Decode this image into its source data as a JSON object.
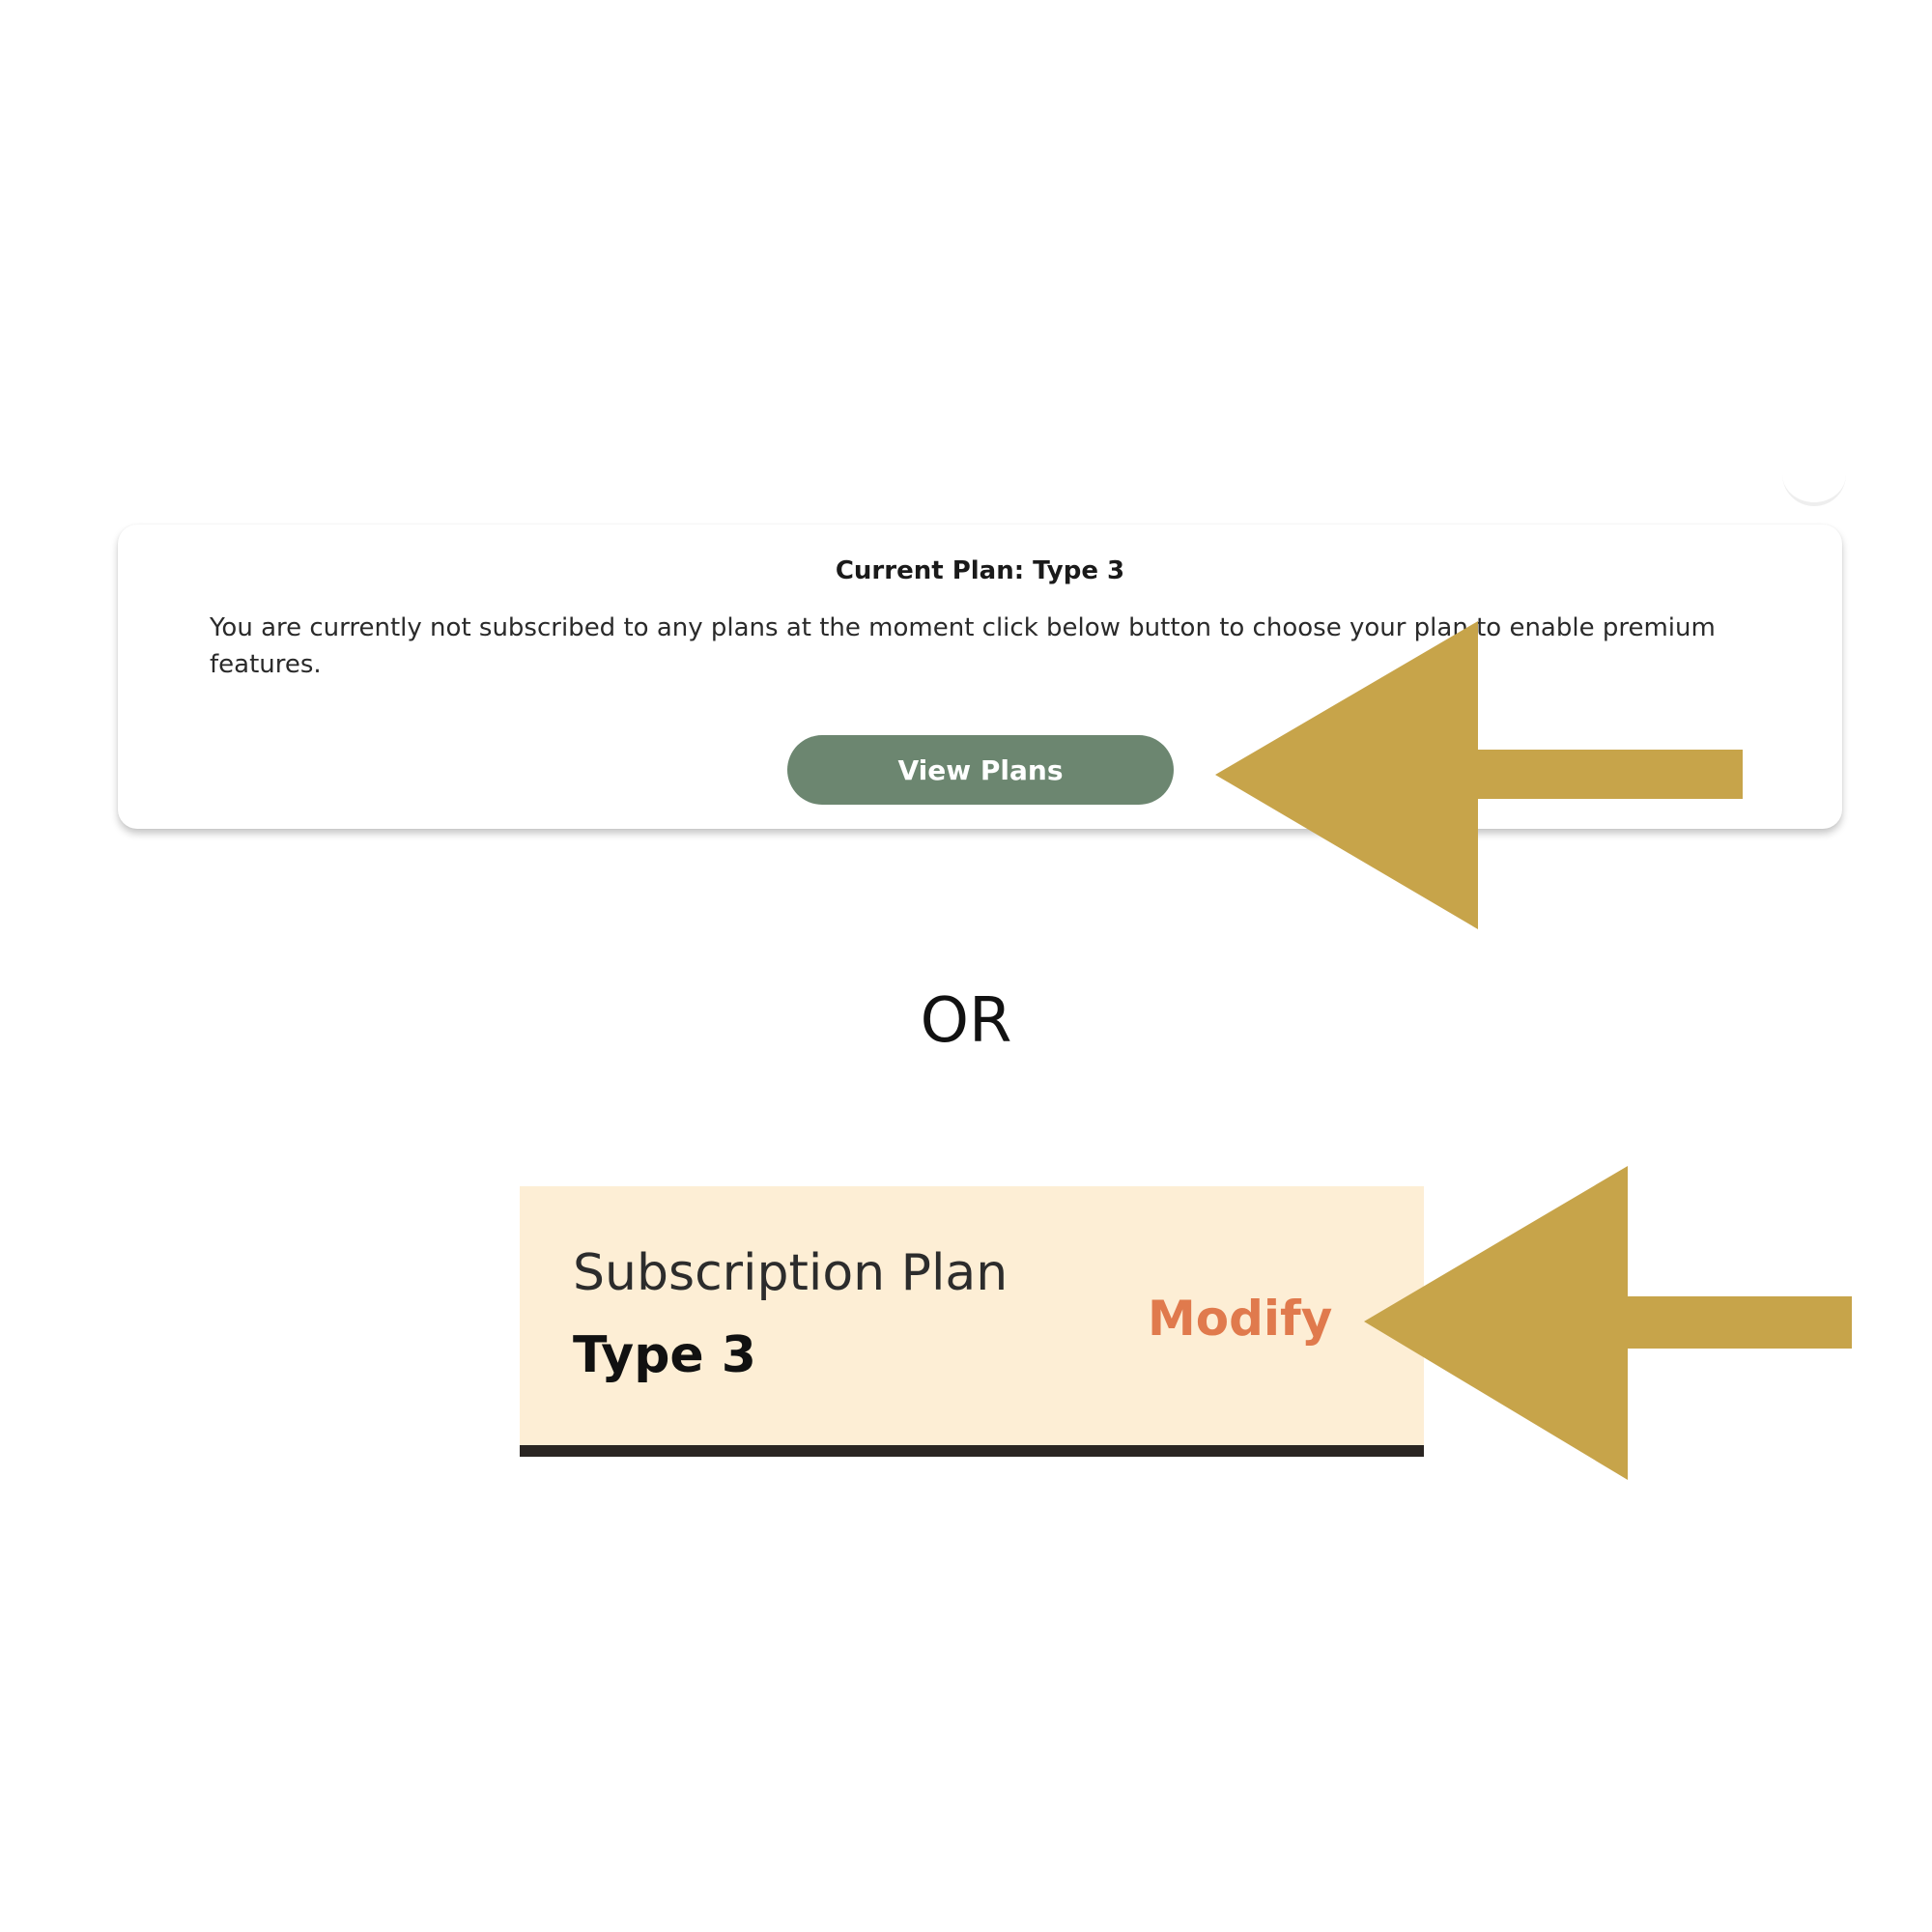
{
  "plan_card": {
    "title": "Current Plan: Type 3",
    "description": "You are currently not subscribed to any plans at the moment click below button to choose your plan to enable premium features.",
    "button_label": "View Plans"
  },
  "separator": {
    "text": "OR"
  },
  "subscription_panel": {
    "label": "Subscription Plan",
    "value": "Type 3",
    "action_label": "Modify"
  },
  "colors": {
    "button_bg": "#6c8670",
    "panel_bg": "#fdeed5",
    "modify_text": "#e07a4d",
    "arrow": "#c7a44a"
  },
  "icons": [
    "arrow-left-icon",
    "arrow-left-icon"
  ]
}
